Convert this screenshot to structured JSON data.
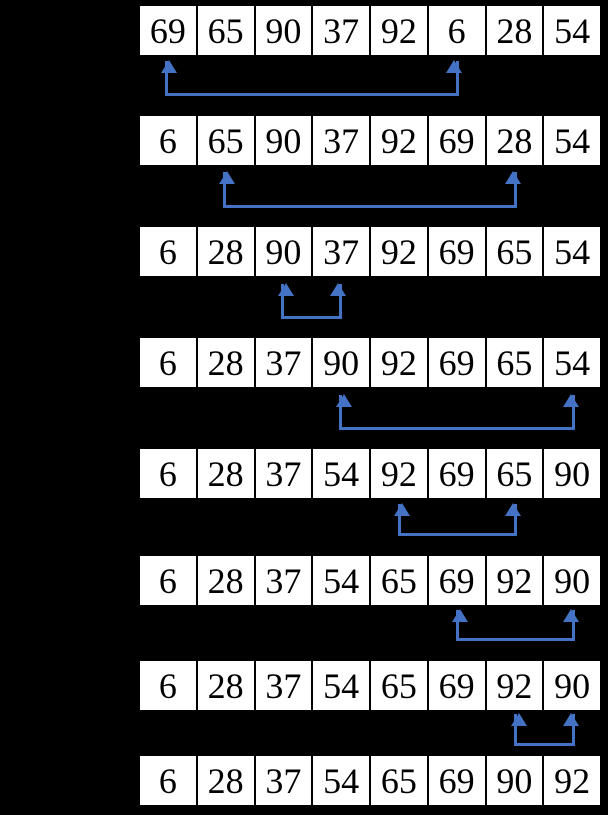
{
  "diagram": {
    "colors": {
      "background": "#000000",
      "cell_background": "#ffffff",
      "cell_border": "#000000",
      "number_text": "#000000",
      "arrow": "#4472c4"
    },
    "steps": [
      {
        "values": [
          "69",
          "65",
          "90",
          "37",
          "92",
          "6",
          "28",
          "54"
        ],
        "swap": [
          0,
          5
        ]
      },
      {
        "values": [
          "6",
          "65",
          "90",
          "37",
          "92",
          "69",
          "28",
          "54"
        ],
        "swap": [
          1,
          6
        ]
      },
      {
        "values": [
          "6",
          "28",
          "90",
          "37",
          "92",
          "69",
          "65",
          "54"
        ],
        "swap": [
          2,
          3
        ]
      },
      {
        "values": [
          "6",
          "28",
          "37",
          "90",
          "92",
          "69",
          "65",
          "54"
        ],
        "swap": [
          3,
          7
        ]
      },
      {
        "values": [
          "6",
          "28",
          "37",
          "54",
          "92",
          "69",
          "65",
          "90"
        ],
        "swap": [
          4,
          6
        ]
      },
      {
        "values": [
          "6",
          "28",
          "37",
          "54",
          "65",
          "69",
          "92",
          "90"
        ],
        "swap": [
          5,
          7
        ]
      },
      {
        "values": [
          "6",
          "28",
          "37",
          "54",
          "65",
          "69",
          "92",
          "90"
        ],
        "swap": [
          6,
          7
        ]
      },
      {
        "values": [
          "6",
          "28",
          "37",
          "54",
          "65",
          "69",
          "90",
          "92"
        ],
        "swap": null
      }
    ]
  }
}
